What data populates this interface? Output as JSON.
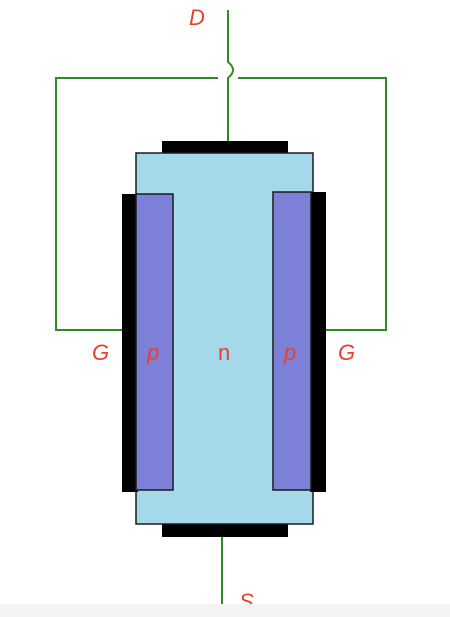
{
  "diagram": {
    "labels": {
      "drain": "D",
      "source": "S",
      "gate_left": "G",
      "gate_right": "G",
      "p_left": "p",
      "n_channel": "n",
      "p_right": "p"
    },
    "colors": {
      "label": "#e8402e",
      "wire": "#2e8b22",
      "channel_fill": "#a3d9e8",
      "channel_stroke": "#1a1a1a",
      "p_region_fill": "#7c80d6",
      "contact": "#000000"
    }
  }
}
